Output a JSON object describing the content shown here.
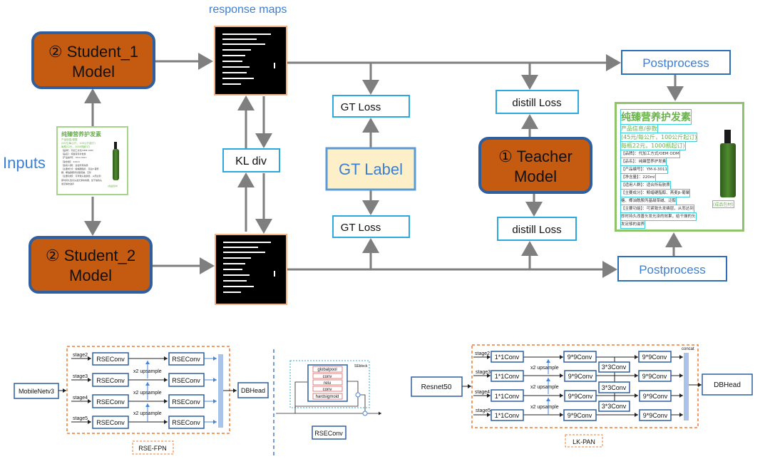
{
  "top": {
    "response_maps_label": "response maps",
    "inputs_label": "Inputs",
    "student1": {
      "line1": "② Student_1",
      "line2": "Model"
    },
    "student2": {
      "line1": "② Student_2",
      "line2": "Model"
    },
    "teacher": {
      "line1": "① Teacher",
      "line2": "Model"
    },
    "kl_div": "KL div",
    "gt_label": "GT Label",
    "gt_loss_top": "GT Loss",
    "gt_loss_bottom": "GT Loss",
    "distill_loss_top": "distill Loss",
    "distill_loss_bottom": "distill Loss",
    "postprocess_top": "Postprocess",
    "postprocess_bottom": "Postprocess"
  },
  "input_card": {
    "title": "纯臻营养护发素",
    "lines": [
      "产品信息/参数",
      "(45元/每公斤，100公斤起订)",
      "每瓶22元，1000瓶起订)",
      "【品牌】：代加工方式/OEM ODM",
      "【品名】：纯臻营养护发素",
      "【产品编号】：YM-X-3011",
      "【净含量】：220ml",
      "【适用人群】：适合所有肤质",
      "【主要成分】：鲸蜡硬脂醇、燕麦β-葡聚",
      "糖、椰油酰胺丙基甜菜碱、泛醇",
      "【主要功能】：可紧致头发磷层，从而达到",
      "即时持久改善头发光泽的效果，给干燥的头",
      "发足够的滋养"
    ],
    "tag": "(成品包材)"
  },
  "output_card": {
    "title": "纯臻营养护发素",
    "lines": [
      "产品信息/参数",
      "(45元/每公斤，100公斤起订)",
      "每瓶22元，1000瓶起订)",
      "【品牌】：代加工方式/OEM ODM",
      "【品名】：纯臻营养护发素",
      "【产品编号】：YM-X-3011",
      "【净含量】：220ml",
      "【适用人群】：适合所有肤质",
      "【主要成分】：鲸蜡硬脂醇、燕麦β-葡聚",
      "糖、椰油酰胺丙基甜菜碱、泛醇",
      "【主要功能】：可紧致头发磷层，从而达到",
      "即时持久改善头发光泽的效果，给干燥的头",
      "发足够的滋养"
    ],
    "tag": "(成品包材)"
  },
  "rse_fpn": {
    "backbone": "MobileNetv3",
    "stages": [
      "stage2",
      "stage3",
      "stage4",
      "stage5"
    ],
    "block": "RSEConv",
    "upsample": "x2 upsample",
    "head": "DBHead",
    "label": "RSE-FPN"
  },
  "rseconv": {
    "seblock_label": "SEblock",
    "layers": [
      "globalpool",
      "conv",
      "relu",
      "conv",
      "hardsigmoid"
    ],
    "label": "RSEConv"
  },
  "lk_pan": {
    "backbone": "Resnet50",
    "stages": [
      "stage2",
      "stage3",
      "stage4",
      "stage5"
    ],
    "conv1": "1*1Conv",
    "conv9": "9*9Conv",
    "conv3": "3*3Conv",
    "upsample": "x2 upsample",
    "concat": "concat",
    "head": "DBHead",
    "label": "LK-PAN"
  },
  "colors": {
    "model_fill": "#c55a11",
    "model_border": "#2f5f9e",
    "box_border": "#2ea8e0",
    "gt_fill": "#fdf0c8",
    "accent_text": "#3b7fd4",
    "arrow": "#7f7f7f",
    "fpn_dash": "#ed7d31",
    "card_border": "#8fc46a"
  }
}
